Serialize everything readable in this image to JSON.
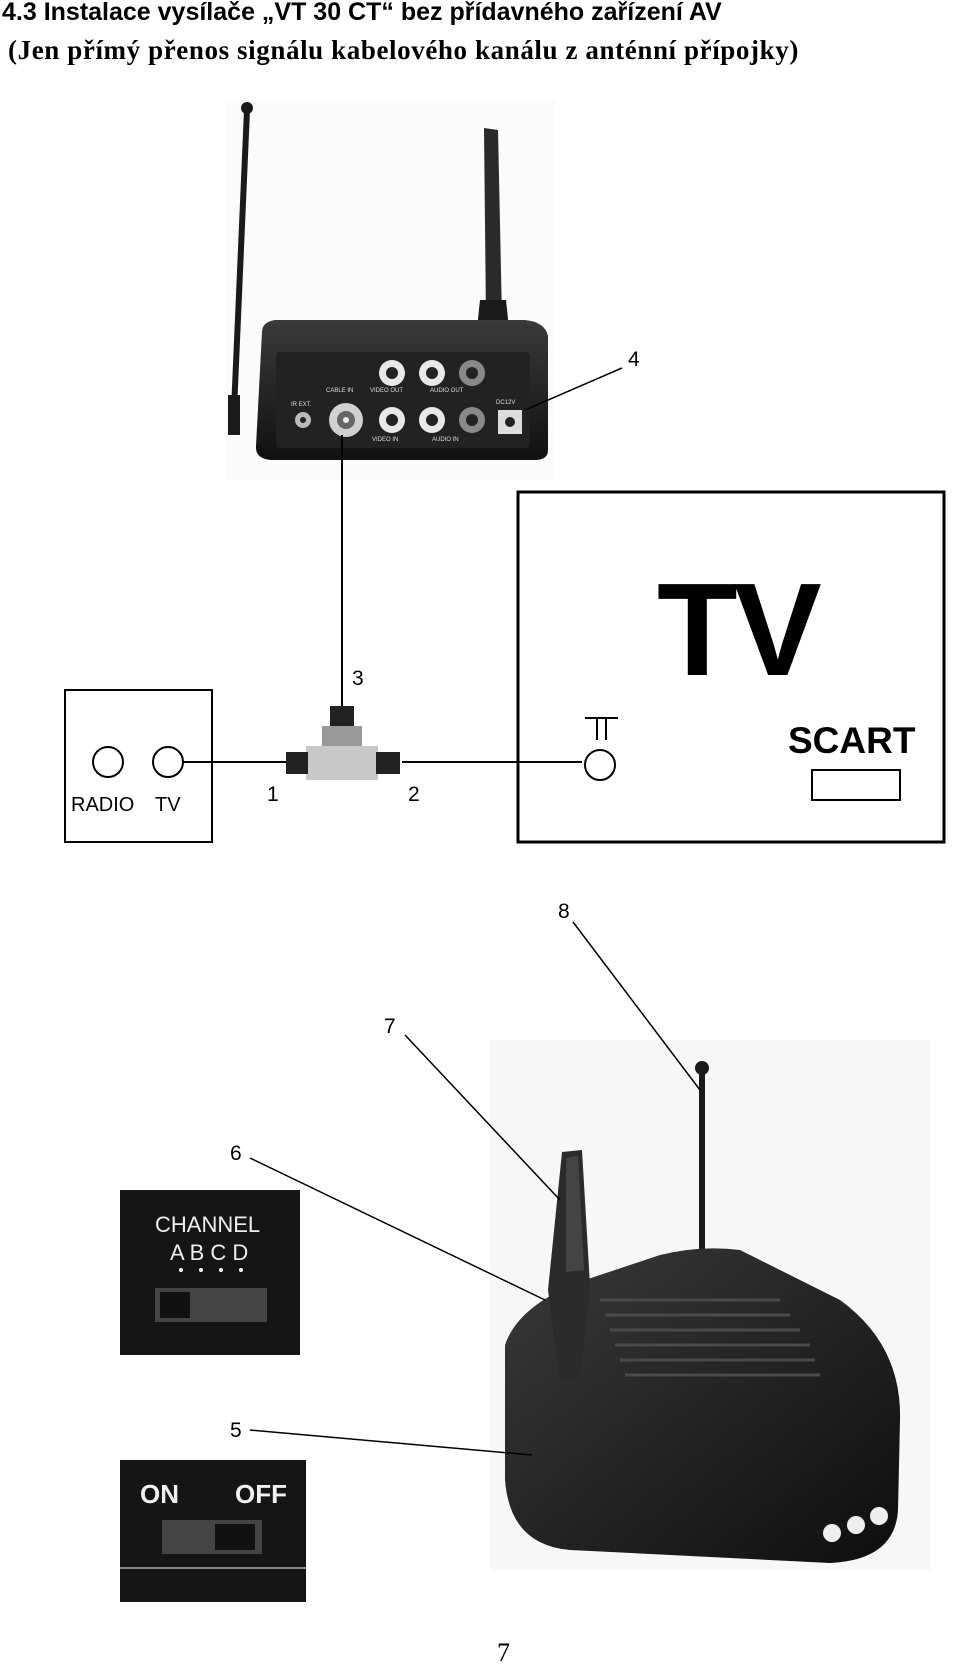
{
  "heading": {
    "line1": "4.3 Instalace vysílače „VT 30 CT“ bez přídavného zařízení AV",
    "line2": "(Jen přímý přenos signálu kabelového kanálu z anténní přípojky)"
  },
  "transmitter_back_panel": {
    "cable_in": "CABLE IN",
    "video_out": "VIDEO OUT",
    "audio_out": "AUDIO OUT",
    "video_in": "VIDEO IN",
    "audio_in": "AUDIO IN",
    "ir_ext": "IR EXT.",
    "dc_in": "DC12V"
  },
  "wall_socket": {
    "radio_label": "RADIO",
    "tv_label": "TV"
  },
  "tv_box": {
    "title": "TV",
    "scart_label": "SCART"
  },
  "callouts": {
    "c1": "1",
    "c2": "2",
    "c3": "3",
    "c4": "4",
    "c5": "5",
    "c6": "6",
    "c7": "7",
    "c8": "8"
  },
  "channel_inset": {
    "title": "CHANNEL",
    "letters": "A B C D"
  },
  "power_inset": {
    "on_label": "ON",
    "off_label": "OFF"
  },
  "page_number": "7",
  "colors": {
    "device_dark": "#1c1c1c",
    "photo_bg": "#f4f4f4",
    "ink": "#000000"
  }
}
